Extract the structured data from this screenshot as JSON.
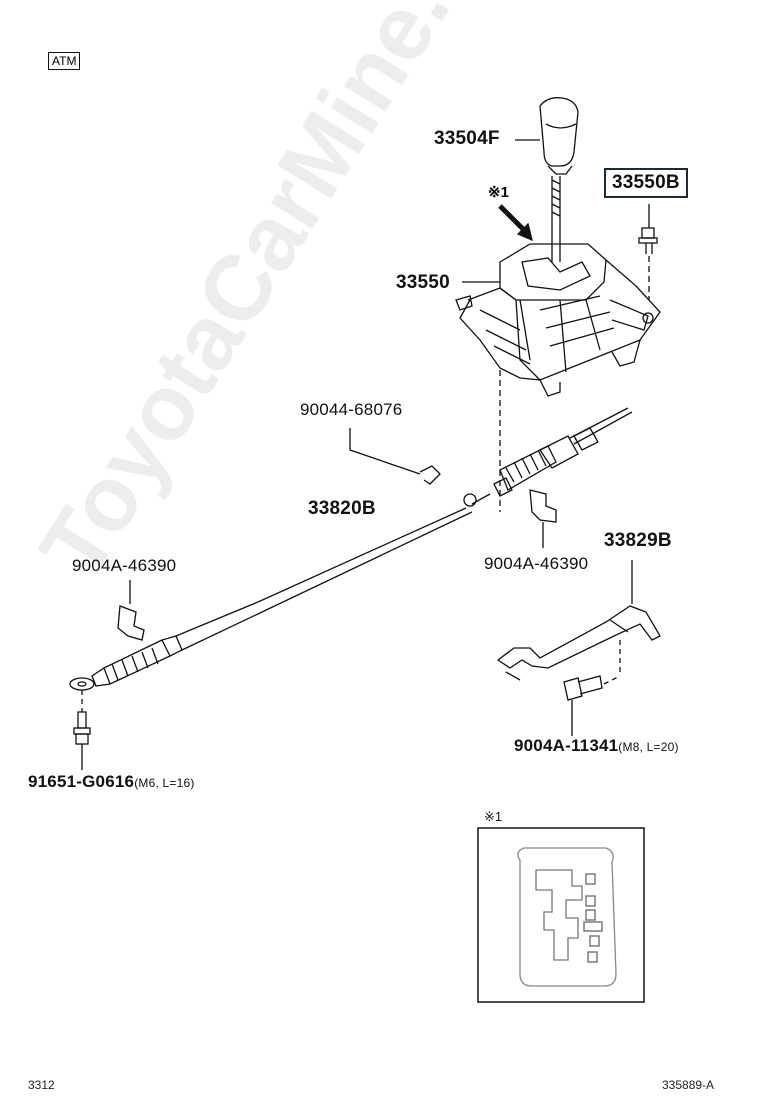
{
  "badge": "ATM",
  "parts": {
    "p33504F": "33504F",
    "p33550B": "33550B",
    "p33550": "33550",
    "p90044_68076": "90044-68076",
    "p33820B": "33820B",
    "p9004A_46390_left": "9004A-46390",
    "p9004A_46390_right": "9004A-46390",
    "p33829B": "33829B",
    "p9004A_11341": "9004A-11341",
    "p9004A_11341_spec": "(M8, L=20)",
    "p91651_G0616": "91651-G0616",
    "p91651_G0616_spec": "(M6, L=16)"
  },
  "reference_mark": "※1",
  "inset_mark": "※1",
  "footer": {
    "left": "3312",
    "right": "335889-A"
  },
  "watermark": "ToyotaCarMine.ru",
  "colors": {
    "line": "#111111",
    "highlight_border": "#1a2a3a",
    "watermark": "#000000"
  }
}
